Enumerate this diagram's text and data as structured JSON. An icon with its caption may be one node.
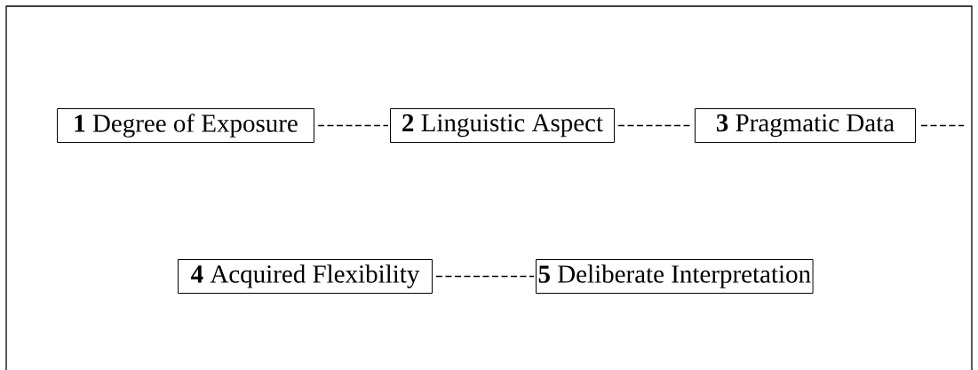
{
  "diagram": {
    "nodes": [
      {
        "text": [
          "**1** Degree of Exposure"
        ]
      },
      {
        "text": [
          "**2** Linguistic Aspect"
        ]
      },
      {
        "text": [
          "**3** Pragmatic Data"
        ]
      },
      {
        "text": [
          "**4** Acquired Flexibility"
        ]
      },
      {
        "text": [
          "**5** Deliberate Interpretation"
        ]
      }
    ],
    "edges": [
      {
        "from": 0,
        "to": 1,
        "arrow": "none",
        "style": "dashed"
      },
      {
        "from": 1,
        "to": 2,
        "arrow": "none",
        "style": "dashed"
      },
      {
        "from": 2,
        "to": null,
        "arrow": "none",
        "style": "dashed"
      },
      {
        "from": 3,
        "to": 4,
        "arrow": "none",
        "style": "dashed"
      }
    ]
  }
}
